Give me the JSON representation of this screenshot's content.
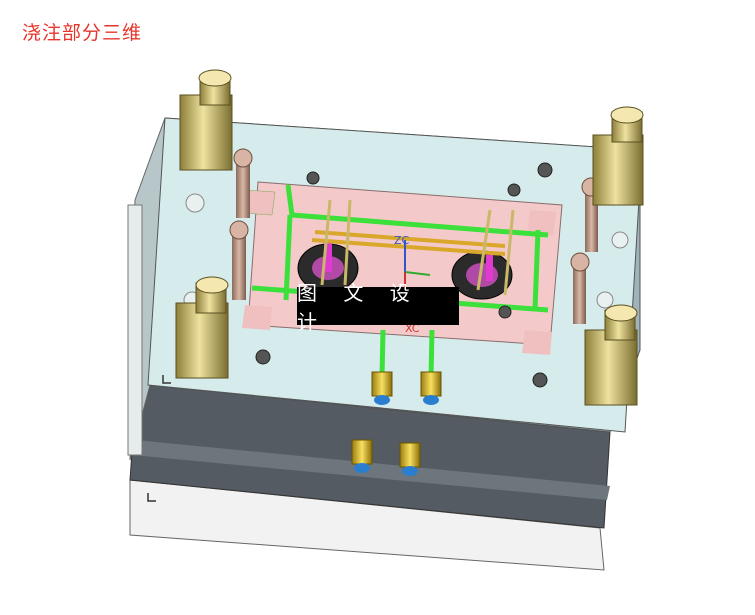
{
  "title": "浇注部分三维",
  "watermark": "图 文 设 计",
  "axis_labels": {
    "x": "XC",
    "z": "ZC"
  },
  "colors": {
    "title": "#e8352b",
    "plate_top": "#d6ecec",
    "cavity": "#f4c9c9",
    "cooling_channel": "#3be03b",
    "guide_pillar": "#c9b868",
    "side_dark": "#4a4e54",
    "side_mid": "#6f7a82",
    "bottom_plate": "#f2f2f2"
  },
  "icons": [
    "coordinate-axis-icon",
    "corner-mark-icon"
  ]
}
